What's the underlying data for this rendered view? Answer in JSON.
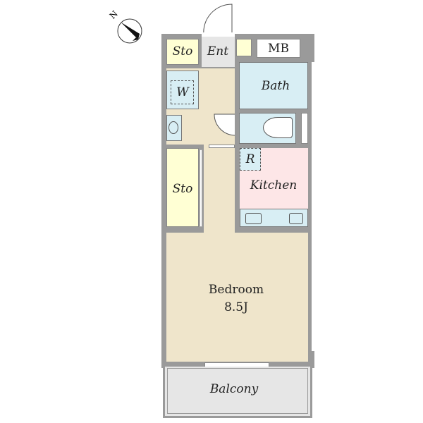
{
  "compass": {
    "north_label": "N"
  },
  "rooms": {
    "storage_top": "Sto",
    "entrance": "Ent",
    "meter_box": "MB",
    "bath": "Bath",
    "washer": "W",
    "storage": "Sto",
    "refrigerator": "R",
    "kitchen": "Kitchen",
    "bedroom": "Bedroom",
    "bedroom_size": "8.5J",
    "balcony": "Balcony"
  }
}
